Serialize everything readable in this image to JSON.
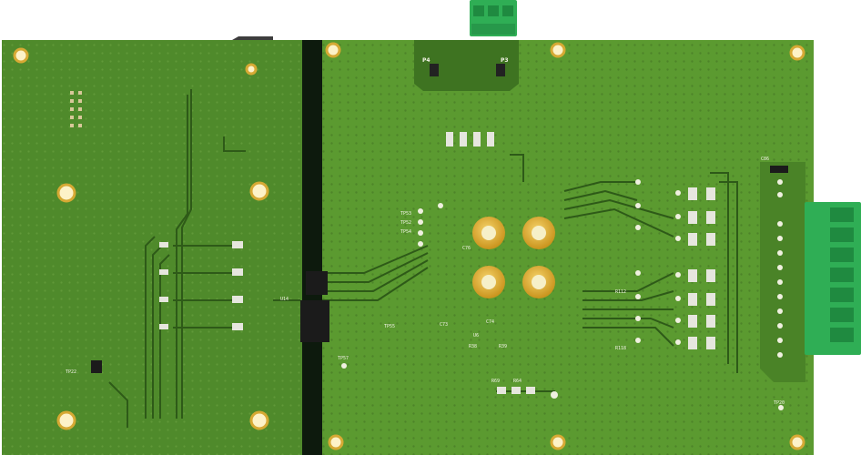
{
  "board": {
    "colors": {
      "background": "#ffffff",
      "pcb_left": "#4f8a2b",
      "pcb_right": "#5b9a30",
      "pcb_dark": "#3a6b1f",
      "trace": "#2e5a18",
      "via": "#9cc46a",
      "gap": "#0d1a0d",
      "gold": "#e0b23a",
      "terminal": "#2fae55",
      "silk": "#f2f2e6"
    }
  },
  "labels": {
    "p4": "P4",
    "p3": "P3",
    "tp57": "TP57",
    "tp20": "TP20",
    "tp22": "TP22",
    "tp55": "TP55",
    "r118": "R118",
    "r112": "R112",
    "c86": "C86",
    "u14": "U14",
    "r69": "R69",
    "r64": "R64",
    "c73": "C73",
    "c74": "C74",
    "c76": "C76",
    "r38": "R38",
    "r39": "R39",
    "u6": "U6",
    "tp53": "TP53",
    "tp54": "TP54",
    "tp52": "TP52"
  }
}
